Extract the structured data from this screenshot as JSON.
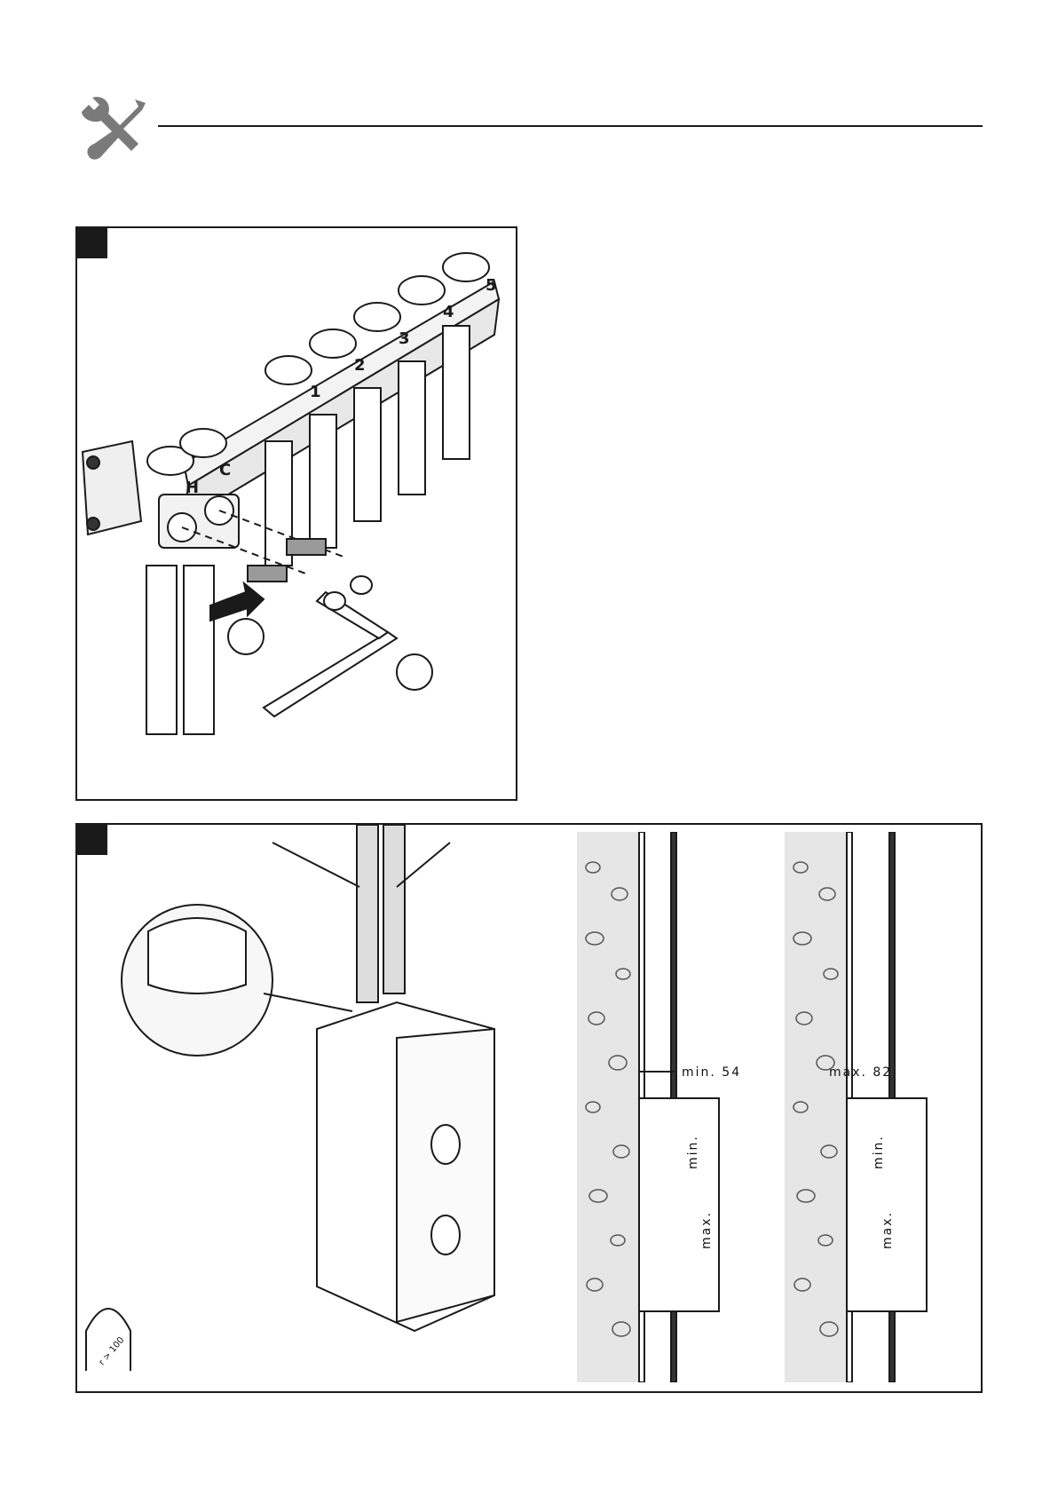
{
  "header": {
    "icon": "wrench-screwdriver-icon",
    "colors": {
      "icon": "#777777",
      "rule": "#1a1a1a"
    }
  },
  "panel1": {
    "valve_numbers": [
      "1",
      "2",
      "3",
      "4",
      "5"
    ],
    "hot_label": "H",
    "cold_label": "C"
  },
  "panel2": {
    "bend_label": "r > 100",
    "wall_left": {
      "dim_label": "min. 54",
      "min_label": "min.",
      "max_label": "max."
    },
    "wall_right": {
      "dim_label": "max. 82",
      "min_label": "min.",
      "max_label": "max."
    }
  }
}
